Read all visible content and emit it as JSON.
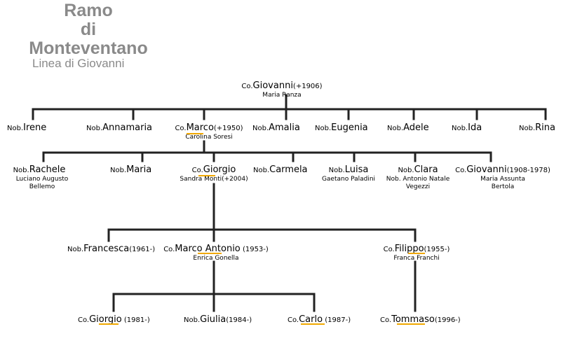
{
  "header": {
    "title_line1": "Ramo",
    "title_line2": "di",
    "title_line3": "Monteventano",
    "subtitle": "Linea di Giovanni"
  },
  "colors": {
    "title": "#8a8a8a",
    "lines": "#222222",
    "underline": "#f0a800"
  },
  "tree": {
    "root": {
      "prefix": "Co.",
      "name": "Giovanni",
      "dates": "(+1906)",
      "spouse": "Maria Ranza"
    },
    "gen1": [
      {
        "prefix": "Nob.",
        "name": "Irene",
        "dates": "",
        "spouse": ""
      },
      {
        "prefix": "Nob.",
        "name": "Annamaria",
        "dates": "",
        "spouse": ""
      },
      {
        "prefix": "Co.",
        "name": "Marco",
        "dates": "(+1950)",
        "spouse": "Carolina Soresi"
      },
      {
        "prefix": "Nob.",
        "name": "Amalia",
        "dates": "",
        "spouse": ""
      },
      {
        "prefix": "Nob.",
        "name": "Eugenia",
        "dates": "",
        "spouse": ""
      },
      {
        "prefix": "Nob.",
        "name": "Adele",
        "dates": "",
        "spouse": ""
      },
      {
        "prefix": "Nob.",
        "name": "Ida",
        "dates": "",
        "spouse": ""
      },
      {
        "prefix": "Nob.",
        "name": "Rina",
        "dates": "",
        "spouse": ""
      }
    ],
    "gen2": [
      {
        "prefix": "Nob.",
        "name": "Rachele",
        "dates": "",
        "spouse": "Luciano Augusto\nBellemo"
      },
      {
        "prefix": "Nob.",
        "name": "Maria",
        "dates": "",
        "spouse": ""
      },
      {
        "prefix": "Co.",
        "name": "Giorgio",
        "dates": "",
        "spouse": "Sandra Monti(+2004)"
      },
      {
        "prefix": "Nob.",
        "name": "Carmela",
        "dates": "",
        "spouse": ""
      },
      {
        "prefix": "Nob.",
        "name": "Luisa",
        "dates": "",
        "spouse": "Gaetano Paladini"
      },
      {
        "prefix": "Nob.",
        "name": "Clara",
        "dates": "",
        "spouse": "Nob. Antonio Natale\nVegezzi"
      },
      {
        "prefix": "Co.",
        "name": "Giovanni",
        "dates": "(1908-1978)",
        "spouse": "Maria Assunta\nBertola"
      }
    ],
    "gen3": [
      {
        "prefix": "Nob.",
        "name": "Francesca",
        "dates": "(1961-)",
        "spouse": ""
      },
      {
        "prefix": "Co.",
        "name": "Marco Antonio",
        "dates": " (1953-)",
        "spouse": "Enrica Gonella"
      },
      {
        "prefix": "Co.",
        "name": "Filippo",
        "dates": "(1955-)",
        "spouse": "Franca Franchi"
      }
    ],
    "gen4": [
      {
        "prefix": "Co.",
        "name": "Giorgio",
        "dates": " (1981-)",
        "spouse": ""
      },
      {
        "prefix": "Nob.",
        "name": "Giulia",
        "dates": "(1984-)",
        "spouse": ""
      },
      {
        "prefix": "Co.",
        "name": "Carlo",
        "dates": " (1987-)",
        "spouse": ""
      },
      {
        "prefix": "Co.",
        "name": "Tommaso",
        "dates": "(1996-)",
        "spouse": ""
      }
    ]
  }
}
